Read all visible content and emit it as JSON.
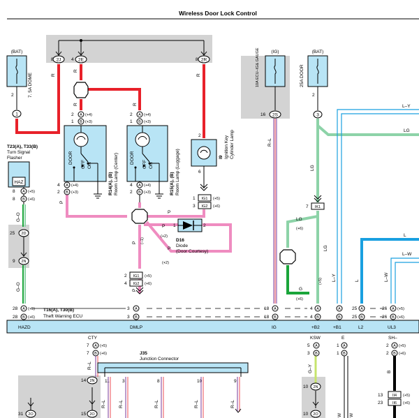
{
  "title": "Wireless Door Lock Control",
  "fuses": {
    "dome": {
      "source": "(BAT)",
      "name": "7. 5A DOME",
      "pin": "2"
    },
    "ig_gauge": {
      "source": "(IG)",
      "name": "10A ECU–IG& GAUGE"
    },
    "door": {
      "source": "(BAT)",
      "name": "25A DOOR",
      "pin": "2"
    }
  },
  "junction_top": {
    "pins": [
      "8",
      "2J",
      "4",
      "2E",
      "8",
      "2R"
    ],
    "wire_labels": [
      "R",
      "R",
      "R",
      "R"
    ]
  },
  "conn_labels": {
    "c1": "1",
    "c1_left": "1",
    "c16": "16",
    "c2s": "2S",
    "c3": "3"
  },
  "flasher": {
    "ref": "T23(A), T33(B)",
    "name1": "Turn Signal",
    "name2": "Flasher",
    "box": "HAZ",
    "pins": [
      "8",
      "A",
      "(+5)",
      "8",
      "B",
      "(+6)"
    ],
    "wire": "G–O"
  },
  "lamp_center": {
    "ref": "R14(A), (B)",
    "name": "Room Lamp (Center)",
    "top_pins": [
      "2",
      "A",
      "(+4)",
      "1",
      "B",
      "(+3)"
    ],
    "bot_pins": [
      "4",
      "A",
      "(+4)",
      "2",
      "B",
      "(+3)"
    ],
    "sw": [
      "DOOR",
      "OFF",
      "ON"
    ]
  },
  "lamp_luggage": {
    "ref": "R15(A), (B)",
    "name": "Room Lamp (Luggage)",
    "top_pins": [
      "2",
      "A",
      "(+4)",
      "1",
      "B",
      "(+3)"
    ],
    "bot_pins": [
      "4",
      "A",
      "(+4)",
      "2",
      "B",
      "(+3)"
    ],
    "sw": [
      "DOOR",
      "OFF",
      "ON"
    ]
  },
  "key_lamp": {
    "ref": "I9",
    "name1": "Ignition Key",
    "name2": "Cylinder Lamp",
    "pin_top": "2",
    "pin_bot": "6"
  },
  "ig_conn": {
    "a": [
      "1",
      "IG1",
      "(+5)"
    ],
    "b": [
      "3",
      "IG2",
      "(+6)"
    ]
  },
  "ig_conn2": {
    "a": [
      "2",
      "IG1",
      "(+5)"
    ],
    "b": [
      "4",
      "IG2",
      "(+6)"
    ]
  },
  "diode": {
    "ref": "D16",
    "name1": "Diode",
    "name2": "(Door Courtesy)",
    "pin1": "1",
    "pin2": "2"
  },
  "ik1": {
    "pin": "7",
    "name": "IK1"
  },
  "wire_labels": {
    "p": "P",
    "r": "R",
    "rl": "R–L",
    "lg": "LG",
    "g": "G",
    "l": "L",
    "ly": "L–Y",
    "lw": "L–W",
    "go": "G–O",
    "gy": "G–Y",
    "b": "B",
    "w": "W",
    "neg1": "(–1)",
    "plus2": "(+2)",
    "plus6": "(+6)",
    "plus5": "(+5)"
  },
  "side_conn_25": {
    "pin": "25",
    "id": "2D"
  },
  "side_conn_9": {
    "pin": "9",
    "id": "2N"
  },
  "ecu": {
    "ref": "T16(A), T30(B)",
    "name": "Theft Warning ECU",
    "terminals": [
      "HAZD",
      "DMLP",
      "IG",
      "+B2",
      "+B1",
      "L2",
      "UL3"
    ],
    "bottom_terminals": [
      "CTY",
      "KSW",
      "E",
      "SH–"
    ],
    "row_a": [
      [
        "28",
        "A",
        "(+5)"
      ],
      [
        "3",
        "A"
      ],
      [
        "18",
        "A"
      ],
      [
        "4",
        "A"
      ],
      [
        "25",
        "A"
      ],
      [
        "26",
        "A",
        "(+5)"
      ]
    ],
    "row_b": [
      [
        "28",
        "B",
        "(+6)"
      ],
      [
        "3",
        "B"
      ],
      [
        "18",
        "B"
      ],
      [
        "4",
        "B"
      ],
      [
        "25",
        "B"
      ],
      [
        "26",
        "B",
        "(+6)"
      ]
    ],
    "bot_a": [
      [
        "7",
        "A",
        "(+5)"
      ],
      [
        "5",
        "A"
      ],
      [
        "1",
        "A"
      ],
      [
        "2",
        "A",
        "(+5)"
      ]
    ],
    "bot_b": [
      [
        "7",
        "B",
        "(+6)"
      ],
      [
        "3",
        "B"
      ],
      [
        "1",
        "B"
      ],
      [
        "2",
        "B",
        "(+6)"
      ]
    ]
  },
  "junction_connector": {
    "ref": "J35",
    "name": "Junction Connector",
    "pins": [
      "11",
      "3",
      "8",
      "10",
      "9"
    ]
  },
  "bottom_conns": {
    "c14": [
      "14",
      "2N"
    ],
    "c31": [
      "31",
      "2O"
    ],
    "c15": [
      "15",
      "2O"
    ],
    "c10a": [
      "10",
      "2N"
    ],
    "c10b": [
      "10",
      "2O"
    ],
    "ii4": [
      "13",
      "II4",
      "(+5)"
    ],
    "ii6": [
      "23",
      "II6",
      "(+6)"
    ]
  },
  "colors": {
    "red": "#e8212a",
    "pink": "#ef8cc0",
    "lightgreen": "#8dd3a8",
    "green": "#1aa53a",
    "blue": "#1aa0e0",
    "grey": "#d3d3d3",
    "component": "#b8e4f5",
    "black": "#000000"
  }
}
